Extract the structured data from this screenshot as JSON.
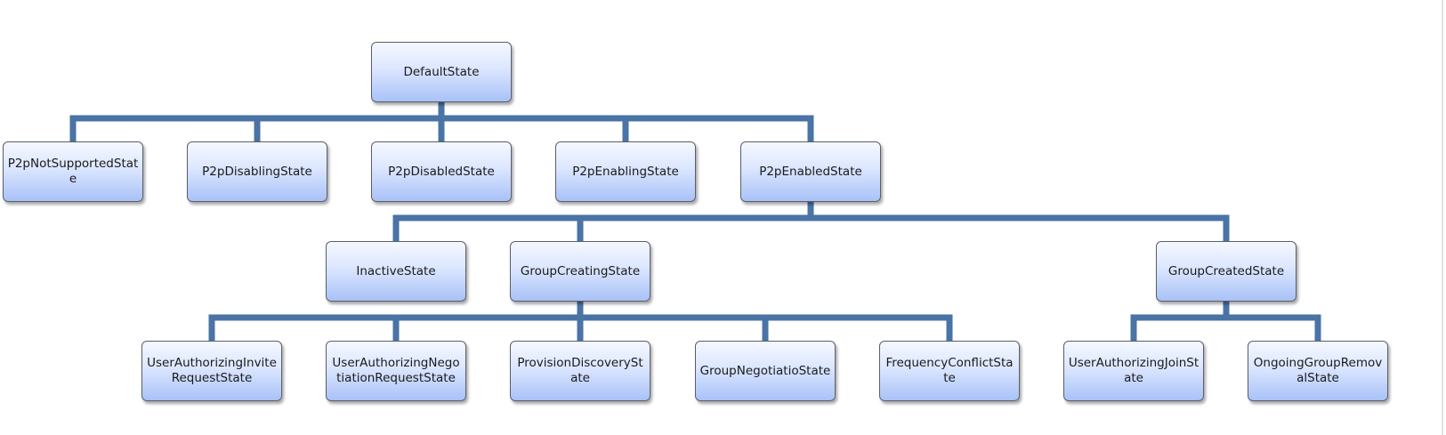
{
  "diagram": {
    "line_color": "#4a73a6",
    "nodes": {
      "default": "DefaultState",
      "p2p_not_supported": "P2pNotSupportedState",
      "p2p_disabling": "P2pDisablingState",
      "p2p_disabled": "P2pDisabledState",
      "p2p_enabling": "P2pEnablingState",
      "p2p_enabled": "P2pEnabledState",
      "inactive": "InactiveState",
      "group_creating": "GroupCreatingState",
      "group_created": "GroupCreatedState",
      "user_authorizing_invite_request": "UserAuthorizingInviteRequestState",
      "user_authorizing_negotiation_request": "UserAuthorizingNegotiationRequestState",
      "provision_discovery": "ProvisionDiscoveryState",
      "group_negotiation": "GroupNegotiatioState",
      "frequency_conflict": "FrequencyConflictState",
      "user_authorizing_join": "UserAuthorizingJoinState",
      "ongoing_group_removal": "OngoingGroupRemovalState"
    },
    "edges": [
      [
        "default",
        "p2p_not_supported"
      ],
      [
        "default",
        "p2p_disabling"
      ],
      [
        "default",
        "p2p_disabled"
      ],
      [
        "default",
        "p2p_enabling"
      ],
      [
        "default",
        "p2p_enabled"
      ],
      [
        "p2p_enabled",
        "inactive"
      ],
      [
        "p2p_enabled",
        "group_creating"
      ],
      [
        "p2p_enabled",
        "group_created"
      ],
      [
        "group_creating",
        "user_authorizing_invite_request"
      ],
      [
        "group_creating",
        "user_authorizing_negotiation_request"
      ],
      [
        "group_creating",
        "provision_discovery"
      ],
      [
        "group_creating",
        "group_negotiation"
      ],
      [
        "group_creating",
        "frequency_conflict"
      ],
      [
        "group_created",
        "user_authorizing_join"
      ],
      [
        "group_created",
        "ongoing_group_removal"
      ]
    ]
  }
}
